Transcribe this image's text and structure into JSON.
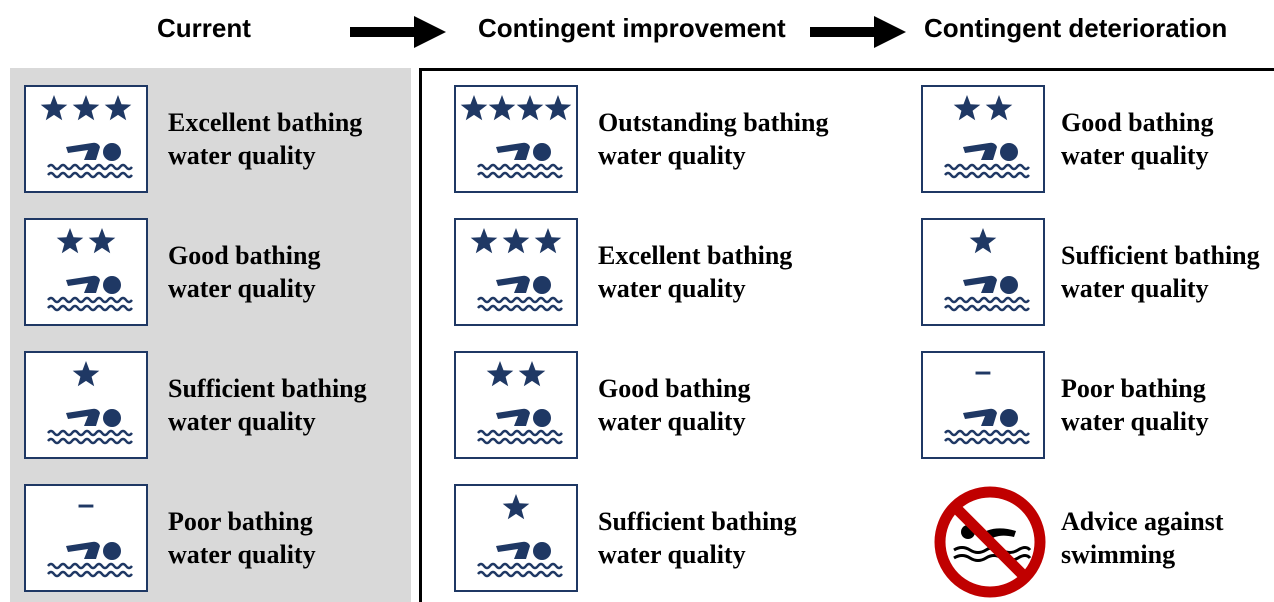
{
  "headers": {
    "current": "Current",
    "improvement": "Contingent improvement",
    "deterioration": "Contingent deterioration"
  },
  "colors": {
    "icon_blue": "#1f3864",
    "current_panel_bg": "#d9d9d9",
    "prohibition_red": "#c00000"
  },
  "columns": {
    "current": [
      {
        "stars": 3,
        "line1": "Excellent bathing",
        "line2": "water quality"
      },
      {
        "stars": 2,
        "line1": "Good bathing",
        "line2": "water quality"
      },
      {
        "stars": 1,
        "line1": "Sufficient bathing",
        "line2": "water quality"
      },
      {
        "stars": 0,
        "dash": "–",
        "line1": "Poor bathing",
        "line2": "water quality"
      }
    ],
    "improvement": [
      {
        "stars": 4,
        "line1": "Outstanding bathing",
        "line2": "water quality"
      },
      {
        "stars": 3,
        "line1": "Excellent bathing",
        "line2": "water quality"
      },
      {
        "stars": 2,
        "line1": "Good bathing",
        "line2": "water quality"
      },
      {
        "stars": 1,
        "line1": "Sufficient bathing",
        "line2": "water quality"
      }
    ],
    "deterioration": [
      {
        "stars": 2,
        "line1": "Good bathing",
        "line2": "water quality"
      },
      {
        "stars": 1,
        "line1": "Sufficient bathing",
        "line2": "water quality"
      },
      {
        "stars": 0,
        "dash": "–",
        "line1": "Poor bathing",
        "line2": "water quality"
      },
      {
        "icon": "no-swimming-icon",
        "line1": "Advice against",
        "line2": "swimming"
      }
    ]
  }
}
